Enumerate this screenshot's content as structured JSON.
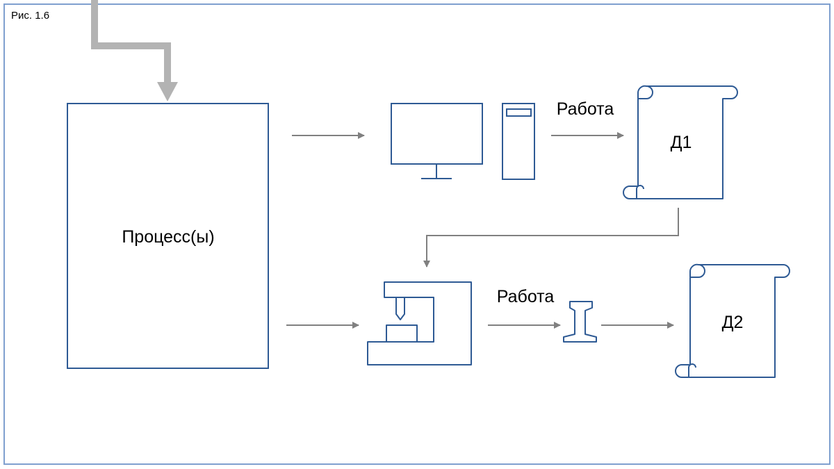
{
  "figure_label": "Рис. 1.6",
  "process_label": "Процесс(ы)",
  "work_label_top": "Работа",
  "work_label_bottom": "Работа",
  "document_1": "Д1",
  "document_2": "Д2",
  "icons": [
    "monitor-icon",
    "system-unit-icon",
    "scroll-icon",
    "machine-tool-icon",
    "i-beam-icon",
    "scroll-icon"
  ],
  "colors": {
    "frame": "#7f9fcf",
    "shape": "#2e5a94",
    "arrow": "#808080",
    "input_arrow": "#b3b3b3"
  }
}
